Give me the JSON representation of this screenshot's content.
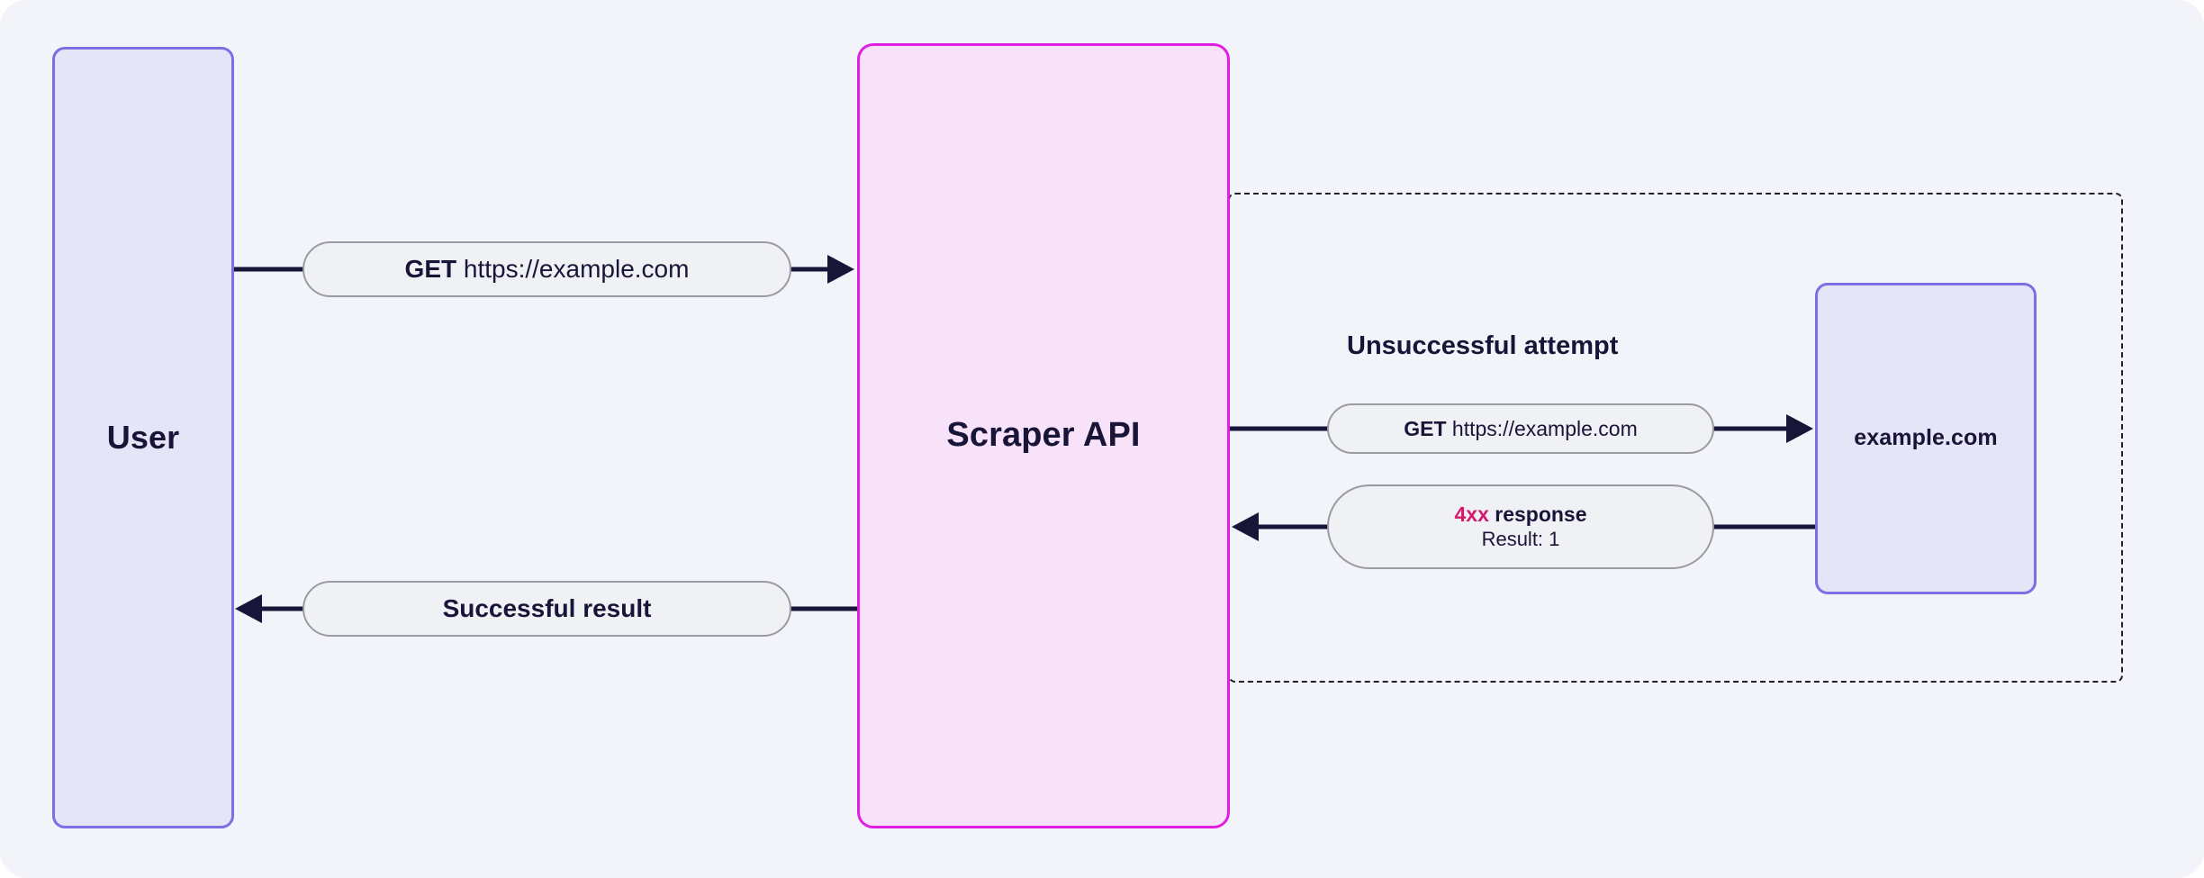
{
  "diagram": {
    "title": "Scraper API unsuccessful attempt retry flow",
    "canvas_background": "#f2f4f9",
    "nodes": {
      "user": {
        "label": "User",
        "fill": "#e6e5f7",
        "border": "#7d6ee3"
      },
      "scraper": {
        "label": "Scraper API",
        "fill": "#f7e2fa",
        "border": "#e31ee3"
      },
      "site": {
        "label": "example.com",
        "fill": "#e6e5f7",
        "border": "#7d6ee3"
      }
    },
    "region": {
      "label": "retry-region",
      "style": "dashed",
      "border": "#21202a"
    },
    "labels": {
      "unsuccessful_attempt": "Unsuccessful attempt"
    },
    "messages": {
      "request_from_user": {
        "method": "GET",
        "url": "https://example.com"
      },
      "request_to_site": {
        "method": "GET",
        "url": "https://example.com"
      },
      "error_response": {
        "code": "4xx",
        "word": " response",
        "detail": "Result: 1",
        "code_color": "#d6186a"
      },
      "successful_result": "Successful result"
    }
  }
}
